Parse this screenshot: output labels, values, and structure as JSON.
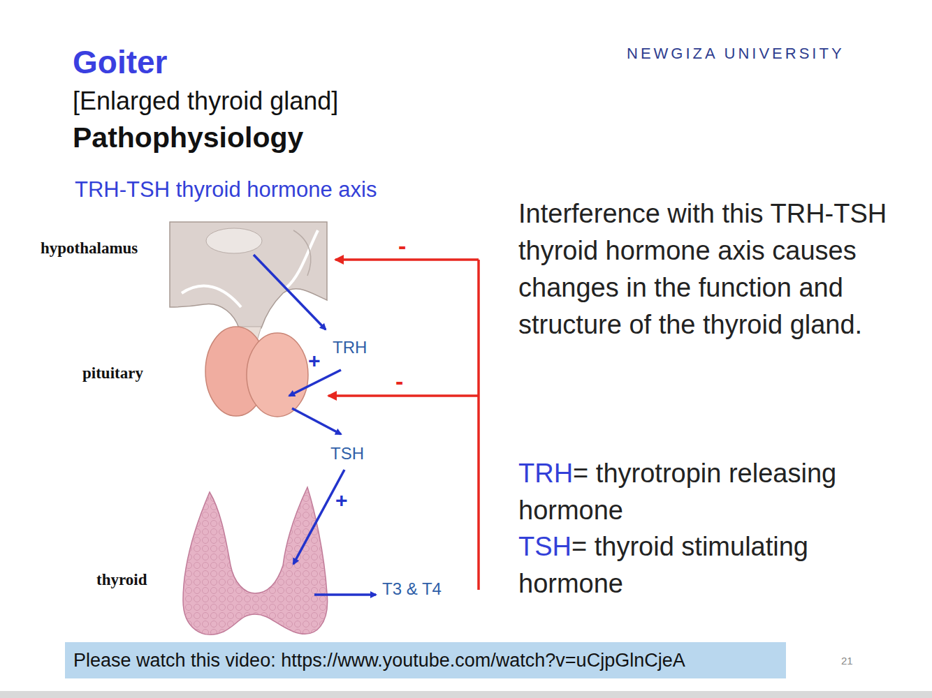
{
  "diagram": {
    "title": "Goiter",
    "nodes": [
      {
        "text": [
          "Please watch this video: https://www.youtube.com/watch?v=uCjpGlnCjeA"
        ]
      }
    ],
    "labels": [
      "NEWGIZA UNIVERSITY",
      "[Enlarged thyroid gland]",
      "Pathophysiology",
      "TRH-TSH thyroid hormone axis",
      "hypothalamus",
      "pituitary",
      "thyroid",
      "TRH",
      "+",
      "-",
      "-",
      "TSH",
      "+",
      "T3 & T4",
      "Interference with this TRH-TSH thyroid hormone axis causes changes in the function and structure of the thyroid gland.",
      "TRH",
      "= thyrotropin releasing hormone",
      "TSH",
      "= thyroid stimulating hormone",
      "21"
    ]
  }
}
